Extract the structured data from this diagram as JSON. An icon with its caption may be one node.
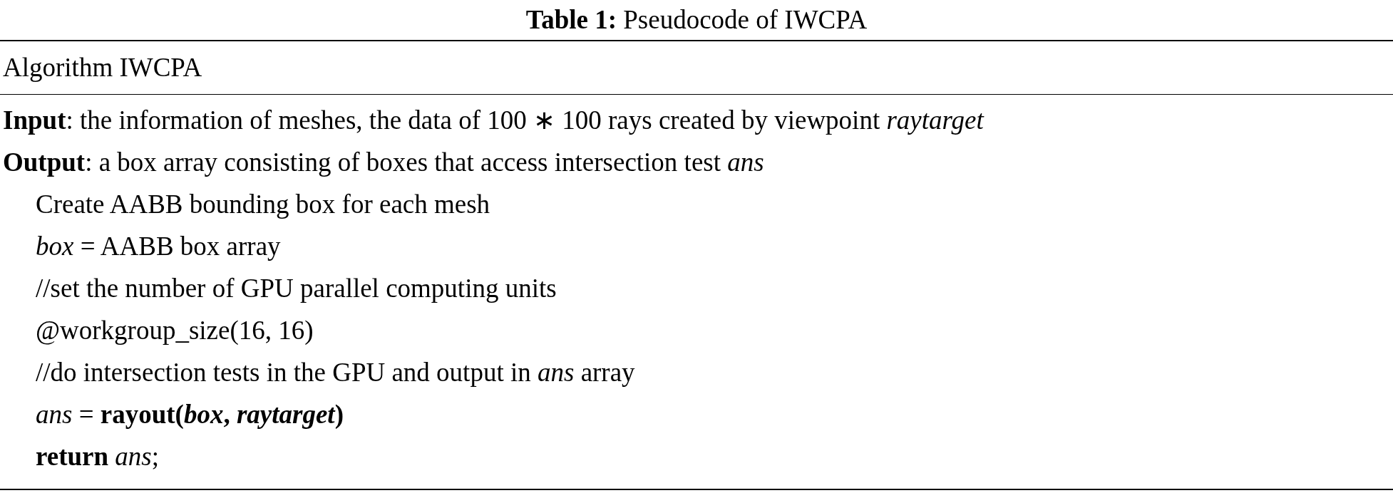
{
  "diagram": {
    "title": "**Table 1:** Pseudocode of IWCPA",
    "labels": [
      "Algorithm IWCPA",
      "**Input**: the information of meshes, the data of 100 ∗ 100 rays created by viewpoint *raytarget*",
      "**Output**: a box array consisting of boxes that access intersection test *ans*",
      "Create AABB bounding box for each mesh",
      "*box* = AABB box array",
      "//set the number of GPU parallel computing units",
      "@workgroup_size(16, 16)",
      "//do intersection tests in the GPU and output in *ans* array",
      "*ans* = **rayout(*box*, *raytarget*)**",
      "**return** *ans*;"
    ]
  }
}
